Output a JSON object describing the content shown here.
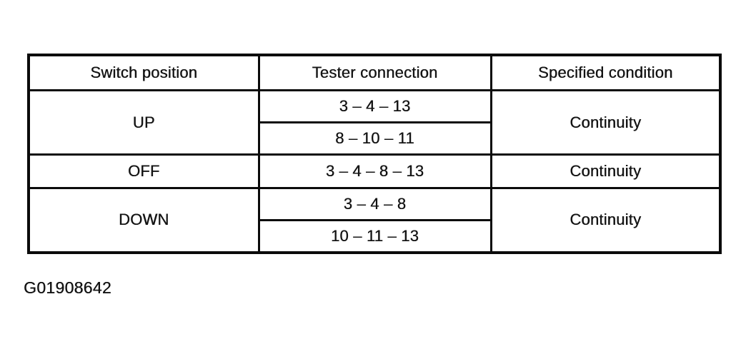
{
  "figure_id": "G01908642",
  "table": {
    "headers": [
      "Switch position",
      "Tester connection",
      "Specified condition"
    ],
    "rows": [
      {
        "position": "UP",
        "connections": [
          "3 – 4 – 13",
          "8 – 10 – 11"
        ],
        "condition": "Continuity"
      },
      {
        "position": "OFF",
        "connections": [
          "3 – 4 – 8 – 13"
        ],
        "condition": "Continuity"
      },
      {
        "position": "DOWN",
        "connections": [
          "3 – 4 – 8",
          "10 – 11 – 13"
        ],
        "condition": "Continuity"
      }
    ]
  }
}
